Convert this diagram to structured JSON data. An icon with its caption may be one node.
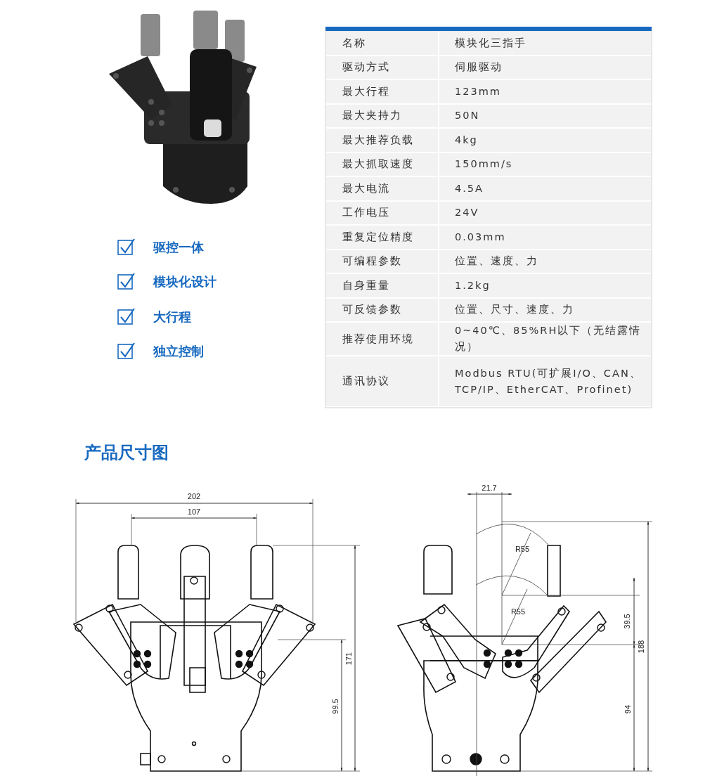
{
  "diagram": {
    "labels": [
      "驱控一体",
      "模块化设计",
      "大行程",
      "独立控制",
      "名称",
      "模块化三指手",
      "驱动方式",
      "伺服驱动",
      "最大行程",
      "123mm",
      "最大夹持力",
      "50N",
      "最大推荐负载",
      "4kg",
      "最大抓取速度",
      "150mm/s",
      "最大电流",
      "4.5A",
      "工作电压",
      "24V",
      "重复定位精度",
      "0.03mm",
      "可编程参数",
      "位置、速度、力",
      "自身重量",
      "1.2kg",
      "可反馈参数",
      "位置、尺寸、速度、力",
      "推荐使用环境",
      "0~40℃、85%RH以下（无结露情况）",
      "通讯协议",
      "Modbus RTU(可扩展I/O、CAN、TCP/IP、EtherCAT、Profinet)",
      "产品尺寸图",
      "202",
      "107",
      "171",
      "99.5",
      "21.7",
      "R55",
      "R55",
      "39.5",
      "188",
      "94"
    ]
  }
}
